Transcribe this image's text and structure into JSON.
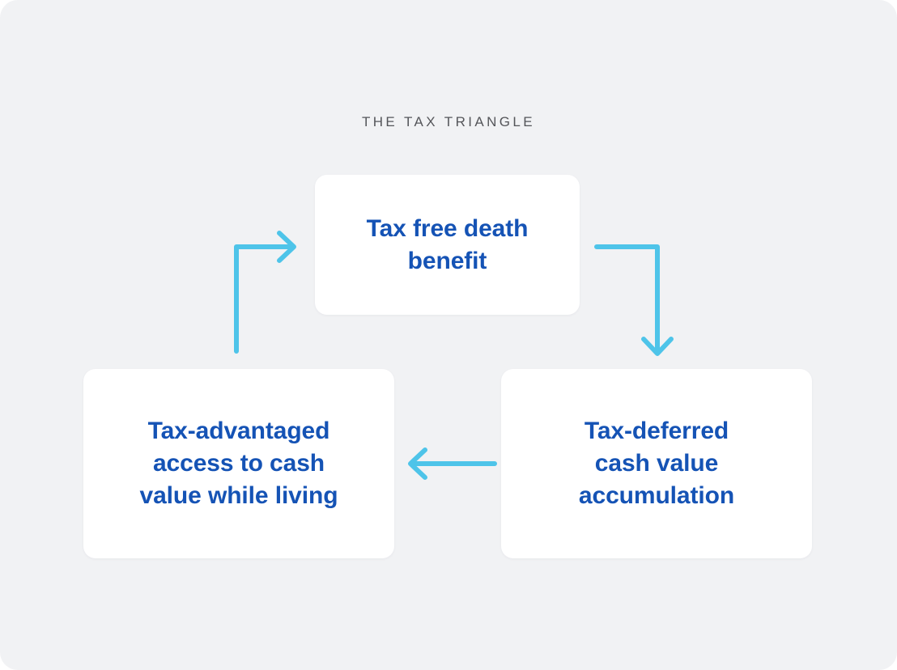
{
  "diagram": {
    "title": "THE TAX TRIANGLE",
    "background_color": "#f1f2f4",
    "card_background_color": "#ffffff",
    "card_text_color": "#1553b5",
    "title_color": "#55565a",
    "arrow_color": "#4ec4e9",
    "nodes": [
      {
        "id": "tax-free-death-benefit",
        "label": "Tax free death\nbenefit",
        "position": "top"
      },
      {
        "id": "tax-advantaged-access",
        "label": "Tax-advantaged\naccess to cash\nvalue while living",
        "position": "bottom-left"
      },
      {
        "id": "tax-deferred-accumulation",
        "label": "Tax-deferred\ncash value\naccumulation",
        "position": "bottom-right"
      }
    ],
    "arrows": [
      {
        "id": "arrow-top-to-right",
        "from": "tax-free-death-benefit",
        "to": "tax-deferred-accumulation",
        "direction": "down",
        "shape": "elbow-right-down"
      },
      {
        "id": "arrow-right-to-left",
        "from": "tax-deferred-accumulation",
        "to": "tax-advantaged-access",
        "direction": "left",
        "shape": "straight-left"
      },
      {
        "id": "arrow-left-to-top",
        "from": "tax-advantaged-access",
        "to": "tax-free-death-benefit",
        "direction": "right",
        "shape": "elbow-up-right"
      }
    ]
  }
}
